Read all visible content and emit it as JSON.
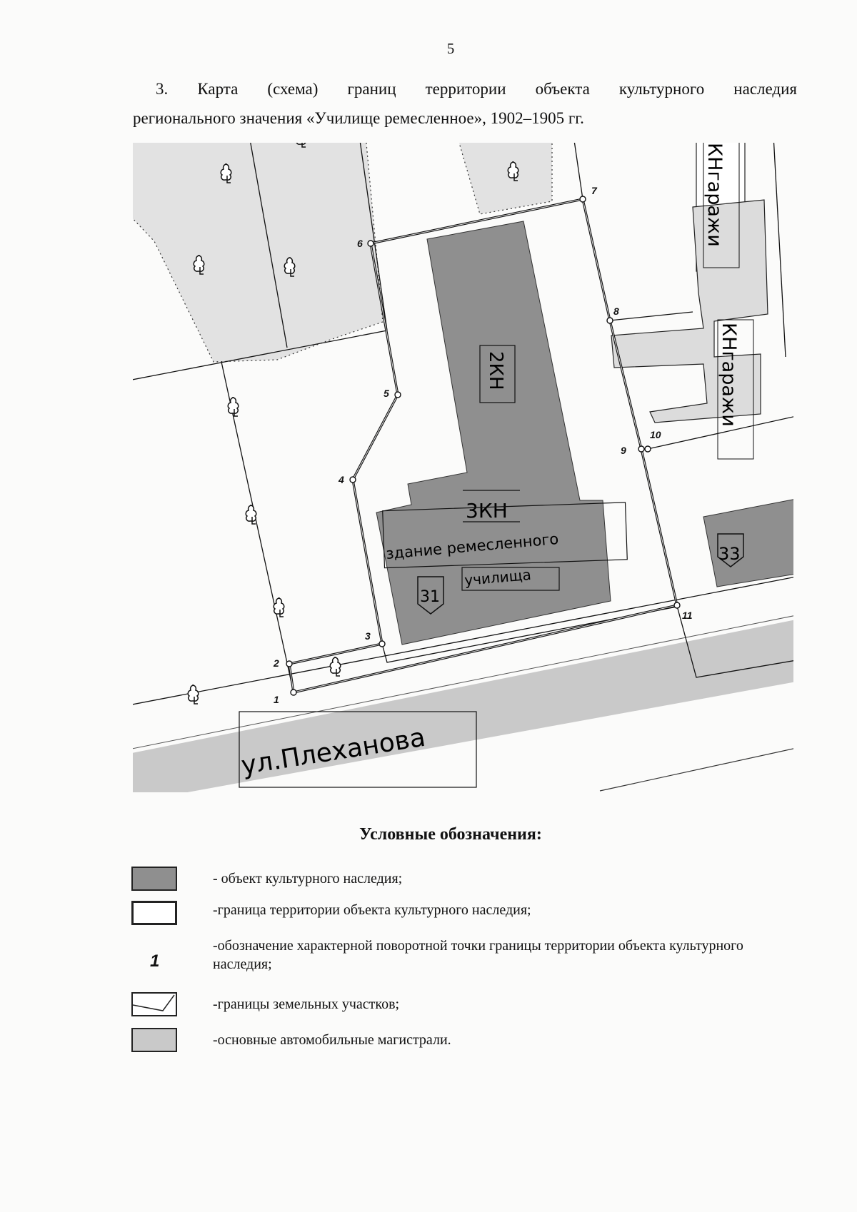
{
  "page_number": "5",
  "heading": {
    "line1": "3. Карта (схема) границ территории объекта культурного наследия",
    "line2": "регионального значения «Училище ремесленное», 1902–1905 гг."
  },
  "map": {
    "labels": {
      "building_2": "2КН",
      "building_3": "3КН",
      "building_name_1": "здание ремесленного",
      "building_name_2": "училища",
      "badge_31": "31",
      "badge_33": "33",
      "garage_1": "КНгаражи",
      "garage_2": "КНгаражи",
      "street": "ул.Плеханова"
    },
    "points": [
      "1",
      "2",
      "3",
      "4",
      "5",
      "6",
      "7",
      "8",
      "9",
      "10",
      "11"
    ],
    "colors": {
      "heritage_object": "#8f8f8f",
      "road": "#c9c9c9",
      "green_zone": "#e2e2e2",
      "garage": "#dcdcdc"
    }
  },
  "legend": {
    "title": "Условные обозначения:",
    "items": [
      {
        "symbol": "dark-gray-fill",
        "text": "- объект культурного наследия;"
      },
      {
        "symbol": "bold-outline-box",
        "text": "-граница территории объекта культурного наследия;"
      },
      {
        "symbol": "1",
        "text": "-обозначение характерной поворотной точки границы территории объекта культурного наследия;"
      },
      {
        "symbol": "parcel-line-box",
        "text": "-границы земельных участков;"
      },
      {
        "symbol": "light-gray-fill",
        "text": "-основные автомобильные магистрали."
      }
    ]
  }
}
